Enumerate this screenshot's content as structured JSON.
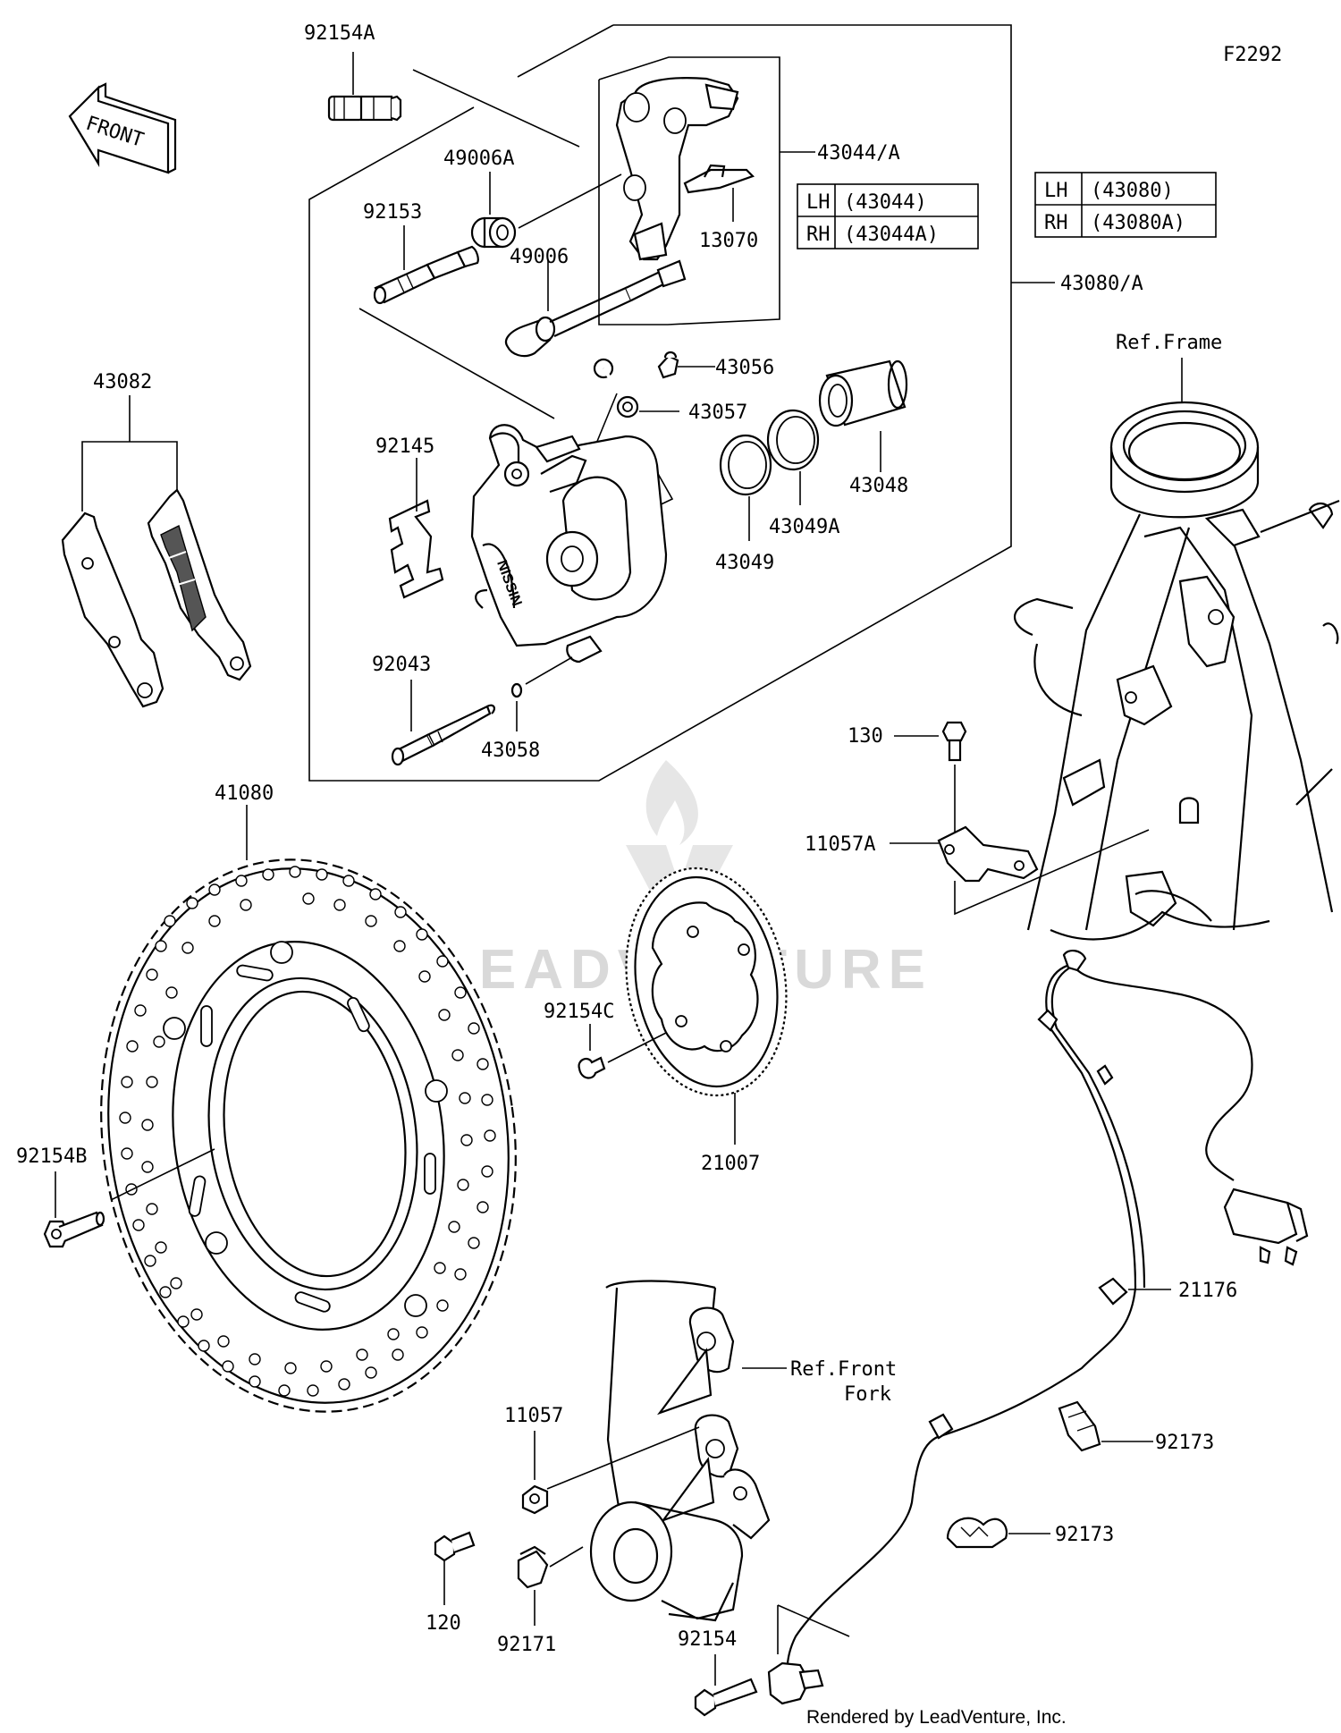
{
  "diagram_code": "F2292",
  "front_label": "FRONT",
  "parts": {
    "p92154A": "92154A",
    "p49006A": "49006A",
    "p92153": "92153",
    "p49006": "49006",
    "p43044A": "43044/A",
    "p13070": "13070",
    "p43080A": "43080/A",
    "p43082": "43082",
    "p43056": "43056",
    "p43057": "43057",
    "p92145": "92145",
    "p43048": "43048",
    "p43049A": "43049A",
    "p43049": "43049",
    "p92043": "92043",
    "p43058": "43058",
    "p41080": "41080",
    "p130": "130",
    "p11057A": "11057A",
    "p92154C": "92154C",
    "p21007": "21007",
    "p92154B": "92154B",
    "p21176": "21176",
    "p11057": "11057",
    "p92173a": "92173",
    "p92173b": "92173",
    "p120": "120",
    "p92171": "92171",
    "p92154": "92154"
  },
  "ref_frame": "Ref.Frame",
  "ref_front_fork_line1": "Ref.Front",
  "ref_front_fork_line2": "Fork",
  "table_43044": [
    {
      "side": "LH",
      "part": "(43044)"
    },
    {
      "side": "RH",
      "part": "(43044A)"
    }
  ],
  "table_43080": [
    {
      "side": "LH",
      "part": "(43080)"
    },
    {
      "side": "RH",
      "part": "(43080A)"
    }
  ],
  "watermark": "LEADVENTURE",
  "credit": "Rendered by LeadVenture, Inc."
}
